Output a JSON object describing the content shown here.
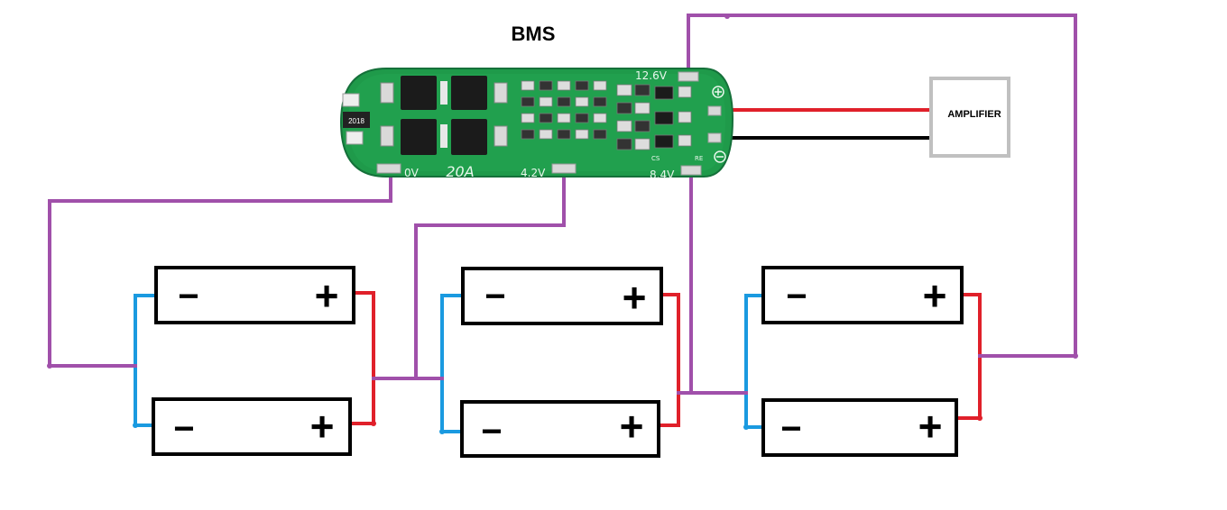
{
  "diagram": {
    "title": "BMS",
    "amplifier_label": "AMPLIFIER",
    "board": {
      "current_rating": "20A",
      "terminals": {
        "t0": "0V",
        "t42": "4.2V",
        "t84": "8.4V",
        "t126": "12.6V"
      },
      "resistor_code": "2018",
      "cs_label": "CS",
      "re_label": "RE"
    },
    "cell_signs": {
      "minus": "−",
      "plus": "+"
    },
    "colors": {
      "balance_wire": "#a050aa",
      "positive_wire": "#e0202a",
      "negative_wire": "#1a9ae0",
      "load_negative_wire": "#000000",
      "pcb": "#1f9a4a",
      "amplifier_border": "#c0c0c0"
    }
  }
}
